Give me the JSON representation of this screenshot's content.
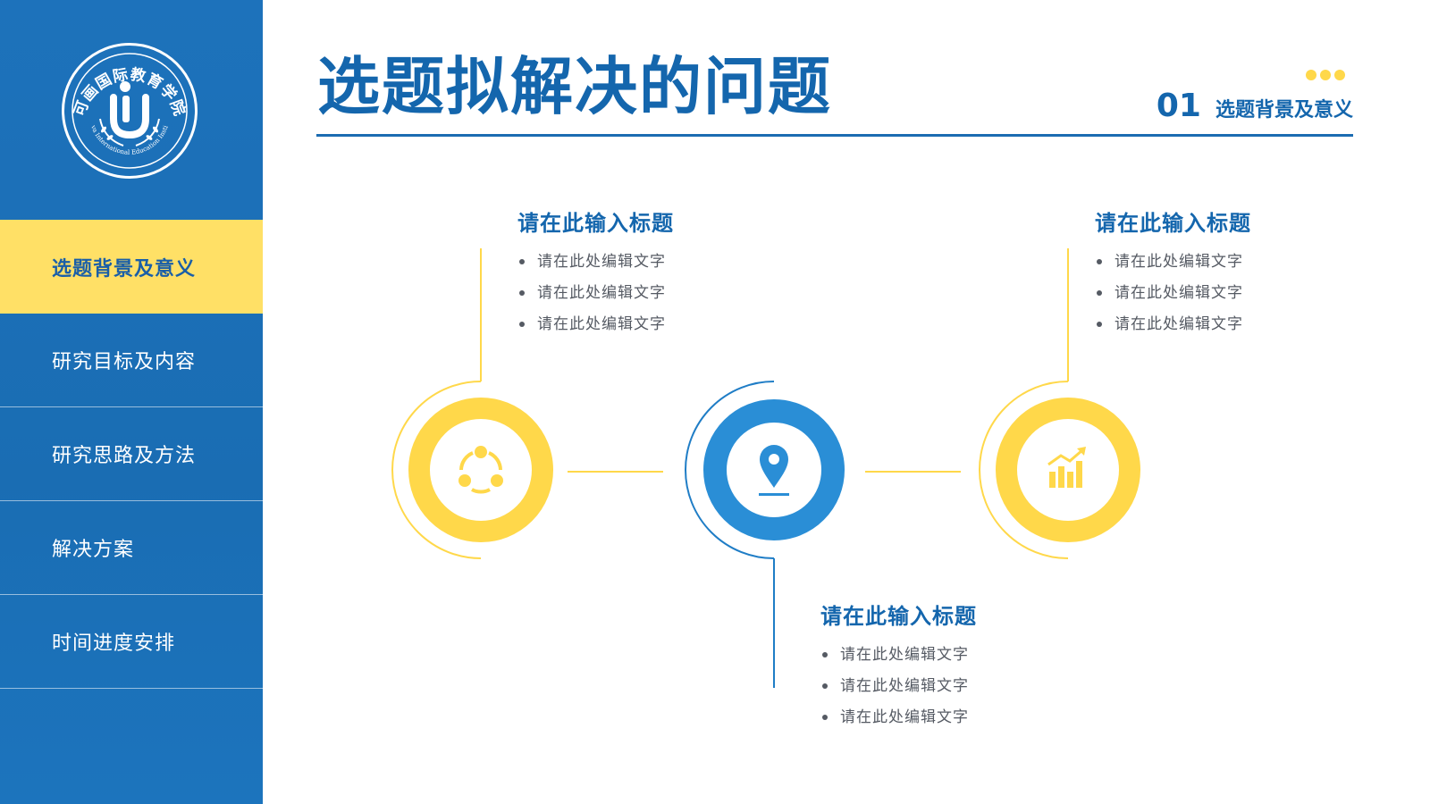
{
  "sidebar": {
    "logo": {
      "chinese_name": "可画国际教育学院",
      "english_name": "Canva International Education Institute"
    },
    "items": [
      {
        "label": "选题背景及意义",
        "active": true
      },
      {
        "label": "研究目标及内容",
        "active": false
      },
      {
        "label": "研究思路及方法",
        "active": false
      },
      {
        "label": "解决方案",
        "active": false
      },
      {
        "label": "时间进度安排",
        "active": false
      }
    ]
  },
  "header": {
    "title": "选题拟解决的问题",
    "section_number": "01",
    "section_label": "选题背景及意义"
  },
  "blocks": [
    {
      "title": "请在此输入标题",
      "bullets": [
        "请在此处编辑文字",
        "请在此处编辑文字",
        "请在此处编辑文字"
      ]
    },
    {
      "title": "请在此输入标题",
      "bullets": [
        "请在此处编辑文字",
        "请在此处编辑文字",
        "请在此处编辑文字"
      ]
    },
    {
      "title": "请在此输入标题",
      "bullets": [
        "请在此处编辑文字",
        "请在此处编辑文字",
        "请在此处编辑文字"
      ]
    }
  ],
  "nodes": [
    {
      "icon": "cycle-icon",
      "color": "#ffd84a"
    },
    {
      "icon": "location-pin-icon",
      "color": "#2a8ed6"
    },
    {
      "icon": "growth-chart-icon",
      "color": "#ffd84a"
    }
  ],
  "colors": {
    "primary_blue": "#1466ad",
    "accent_yellow": "#ffd84a",
    "node_blue": "#2a8ed6"
  }
}
